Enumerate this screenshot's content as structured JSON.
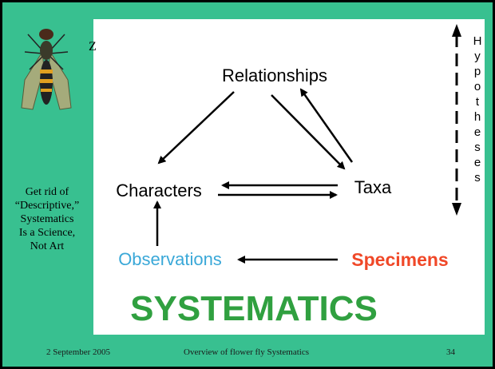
{
  "diagram": {
    "nodes": {
      "relationships": "Relationships",
      "characters": "Characters",
      "taxa": "Taxa",
      "observations": "Observations",
      "specimens": "Specimens"
    },
    "title": "SYSTEMATICS",
    "hypotheses_letters": [
      "H",
      "y",
      "p",
      "o",
      "t",
      "h",
      "e",
      "s",
      "e",
      "s"
    ]
  },
  "side_note": {
    "lines": [
      "Get rid of",
      "“Descriptive,”",
      "Systematics",
      "Is a Science,",
      "Not Art"
    ]
  },
  "footer": {
    "date": "2 September 2005",
    "title": "Overview of flower fly Systematics",
    "page": "34"
  },
  "colors": {
    "background": "#38c090",
    "panel": "#ffffff",
    "observations": "#3aa8d8",
    "specimens": "#f04828",
    "title": "#30a040"
  },
  "icons": {
    "fly": "hoverfly-icon"
  }
}
